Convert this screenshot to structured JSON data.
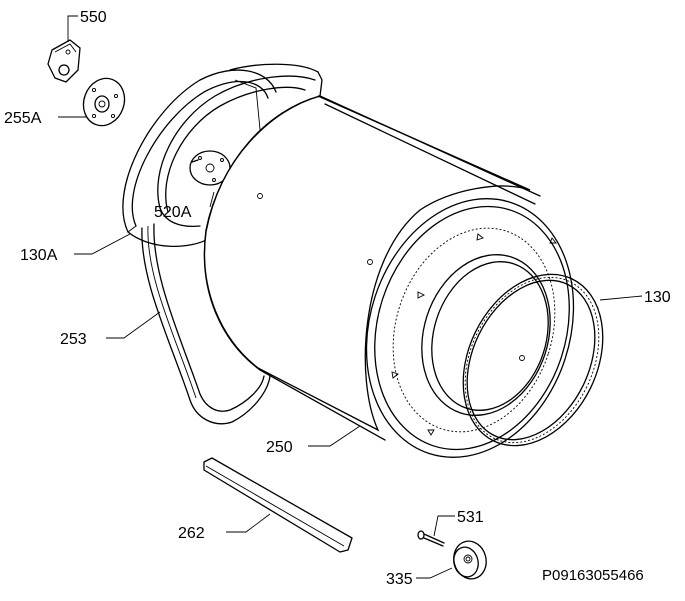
{
  "labels": {
    "p550": "550",
    "p255a": "255A",
    "p520a": "520A",
    "p130a": "130A",
    "p253": "253",
    "p250": "250",
    "p130": "130",
    "p262": "262",
    "p531": "531",
    "p335": "335"
  },
  "reference": "P09163055466"
}
